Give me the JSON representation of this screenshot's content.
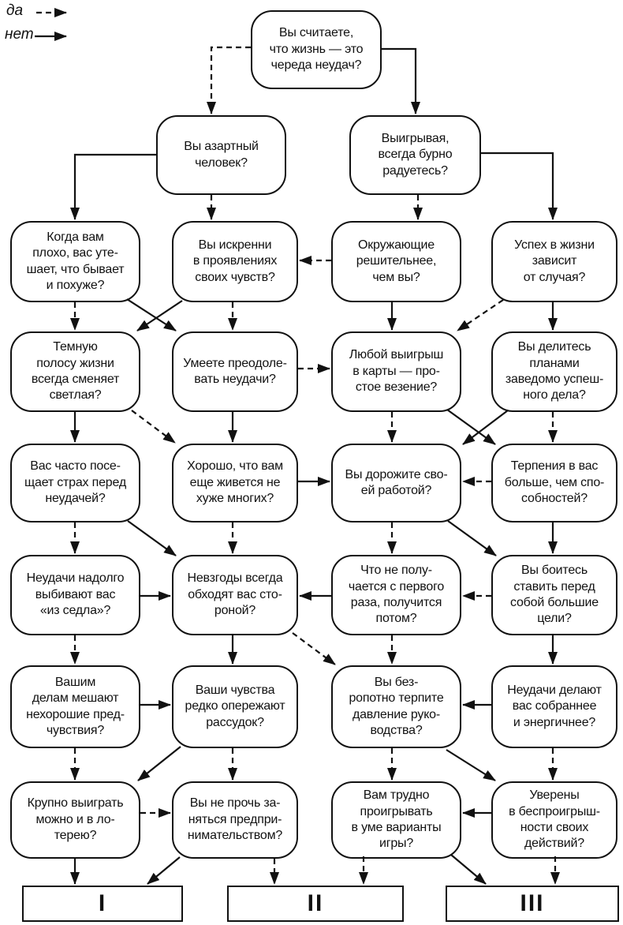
{
  "legend": {
    "yes_label": "да",
    "no_label": "нет"
  },
  "colors": {
    "line": "#111111",
    "box_border": "#111111",
    "background": "#ffffff",
    "text": "#111111"
  },
  "nodes": {
    "q_life": {
      "label": "Вы считаете,\nчто жизнь — это\nчереда неудач?"
    },
    "q_gambler": {
      "label": "Вы азартный\nчеловек?"
    },
    "q_rejoice": {
      "label": "Выигрывая,\nвсегда бурно\nрадуетесь?"
    },
    "q_console": {
      "label": "Когда вам\nплохо, вас уте-\nшает, что бывает\nи похуже?"
    },
    "q_sincere": {
      "label": "Вы искренни\nв проявлениях\nсвоих чувств?"
    },
    "q_decisive": {
      "label": "Окружающие\nрешительнее,\nчем вы?"
    },
    "q_luck": {
      "label": "Успех в жизни\nзависит\nот случая?"
    },
    "q_darkstripe": {
      "label": "Темную\nполосу жизни\nвсегда сменяет\nсветлая?"
    },
    "q_overcome": {
      "label": "Умеете преодоле-\nвать неудачи?"
    },
    "q_cards": {
      "label": "Любой выигрыш\nв карты — про-\nстое везение?"
    },
    "q_shareplans": {
      "label": "Вы делитесь\nпланами\nзаведомо успеш-\nного дела?"
    },
    "q_fear": {
      "label": "Вас часто посе-\nщает страх перед\nнеудачей?"
    },
    "q_notworse": {
      "label": "Хорошо, что вам\nеще живется не\nхуже многих?"
    },
    "q_value_job": {
      "label": "Вы дорожите сво-\nей работой?"
    },
    "q_patience": {
      "label": "Терпения в вас\nбольше, чем спо-\nсобностей?"
    },
    "q_unseat": {
      "label": "Неудачи надолго\nвыбивают вас\n«из седла»?"
    },
    "q_troubles": {
      "label": "Невзгоды всегда\nобходят вас сто-\nроной?"
    },
    "q_firsttry": {
      "label": "Что не полу-\nчается с первого\nраза, получится\nпотом?"
    },
    "q_biggoals": {
      "label": "Вы боитесь\nставить перед\nсобой большие\nцели?"
    },
    "q_premonition": {
      "label": "Вашим\nделам мешают\nнехорошие пред-\nчувствия?"
    },
    "q_feelings": {
      "label": "Ваши чувства\nредко опережают\nрассудок?"
    },
    "q_endure": {
      "label": "Вы без-\nропотно терпите\nдавление руко-\nводства?"
    },
    "q_collected": {
      "label": "Неудачи делают\nвас собраннее\nи энергичнее?"
    },
    "q_lottery": {
      "label": "Крупно выиграть\nможно и в ло-\nтерею?"
    },
    "q_entrepreneur": {
      "label": "Вы не прочь за-\nняться предпри-\nнимательством?"
    },
    "q_losing": {
      "label": "Вам трудно\nпроигрывать\nв уме варианты\nигры?"
    },
    "q_sure": {
      "label": "Уверены\nв беспроигрыш-\nности своих\nдействий?"
    }
  },
  "results": {
    "res1": {
      "label": "I"
    },
    "res2": {
      "label": "II"
    },
    "res3": {
      "label": "III"
    }
  },
  "edges": [
    [
      "q_life",
      "q_gambler",
      "да"
    ],
    [
      "q_life",
      "q_rejoice",
      "нет"
    ],
    [
      "q_gambler",
      "q_console",
      "нет"
    ],
    [
      "q_gambler",
      "q_sincere",
      "да"
    ],
    [
      "q_rejoice",
      "q_decisive",
      "да"
    ],
    [
      "q_rejoice",
      "q_luck",
      "нет"
    ],
    [
      "q_decisive",
      "q_sincere",
      "да"
    ],
    [
      "q_decisive",
      "q_cards",
      "нет"
    ],
    [
      "q_console",
      "q_darkstripe",
      "да"
    ],
    [
      "q_console",
      "q_overcome",
      "нет"
    ],
    [
      "q_sincere",
      "q_darkstripe",
      "нет"
    ],
    [
      "q_sincere",
      "q_overcome",
      "да"
    ],
    [
      "q_luck",
      "q_cards",
      "да"
    ],
    [
      "q_luck",
      "q_shareplans",
      "нет"
    ],
    [
      "q_overcome",
      "q_cards",
      "да"
    ],
    [
      "q_overcome",
      "q_notworse",
      "нет"
    ],
    [
      "q_darkstripe",
      "q_fear",
      "нет"
    ],
    [
      "q_darkstripe",
      "q_notworse",
      "да"
    ],
    [
      "q_cards",
      "q_value_job",
      "да"
    ],
    [
      "q_cards",
      "q_patience",
      "нет"
    ],
    [
      "q_shareplans",
      "q_value_job",
      "нет"
    ],
    [
      "q_shareplans",
      "q_patience",
      "да"
    ],
    [
      "q_patience",
      "q_value_job",
      "да"
    ],
    [
      "q_patience",
      "q_biggoals",
      "нет"
    ],
    [
      "q_notworse",
      "q_value_job",
      "нет"
    ],
    [
      "q_notworse",
      "q_troubles",
      "да"
    ],
    [
      "q_fear",
      "q_unseat",
      "да"
    ],
    [
      "q_fear",
      "q_troubles",
      "нет"
    ],
    [
      "q_value_job",
      "q_firsttry",
      "да"
    ],
    [
      "q_value_job",
      "q_biggoals",
      "нет"
    ],
    [
      "q_unseat",
      "q_troubles",
      "нет"
    ],
    [
      "q_unseat",
      "q_premonition",
      "да"
    ],
    [
      "q_troubles",
      "q_feelings",
      "нет"
    ],
    [
      "q_troubles",
      "q_endure",
      "да"
    ],
    [
      "q_firsttry",
      "q_troubles",
      "нет"
    ],
    [
      "q_firsttry",
      "q_endure",
      "да"
    ],
    [
      "q_biggoals",
      "q_firsttry",
      "да"
    ],
    [
      "q_biggoals",
      "q_collected",
      "нет"
    ],
    [
      "q_premonition",
      "q_feelings",
      "нет"
    ],
    [
      "q_premonition",
      "q_lottery",
      "да"
    ],
    [
      "q_feelings",
      "q_lottery",
      "нет"
    ],
    [
      "q_feelings",
      "q_entrepreneur",
      "да"
    ],
    [
      "q_collected",
      "q_endure",
      "нет"
    ],
    [
      "q_collected",
      "q_sure",
      "да"
    ],
    [
      "q_endure",
      "q_losing",
      "да"
    ],
    [
      "q_endure",
      "q_sure",
      "нет"
    ],
    [
      "q_lottery",
      "res1",
      "нет"
    ],
    [
      "q_lottery",
      "q_entrepreneur",
      "да"
    ],
    [
      "q_entrepreneur",
      "res1",
      "нет"
    ],
    [
      "q_entrepreneur",
      "res2",
      "да"
    ],
    [
      "q_losing",
      "res2",
      "да"
    ],
    [
      "q_losing",
      "res3",
      "нет"
    ],
    [
      "q_sure",
      "q_losing",
      "нет"
    ],
    [
      "q_sure",
      "res3",
      "да"
    ]
  ]
}
